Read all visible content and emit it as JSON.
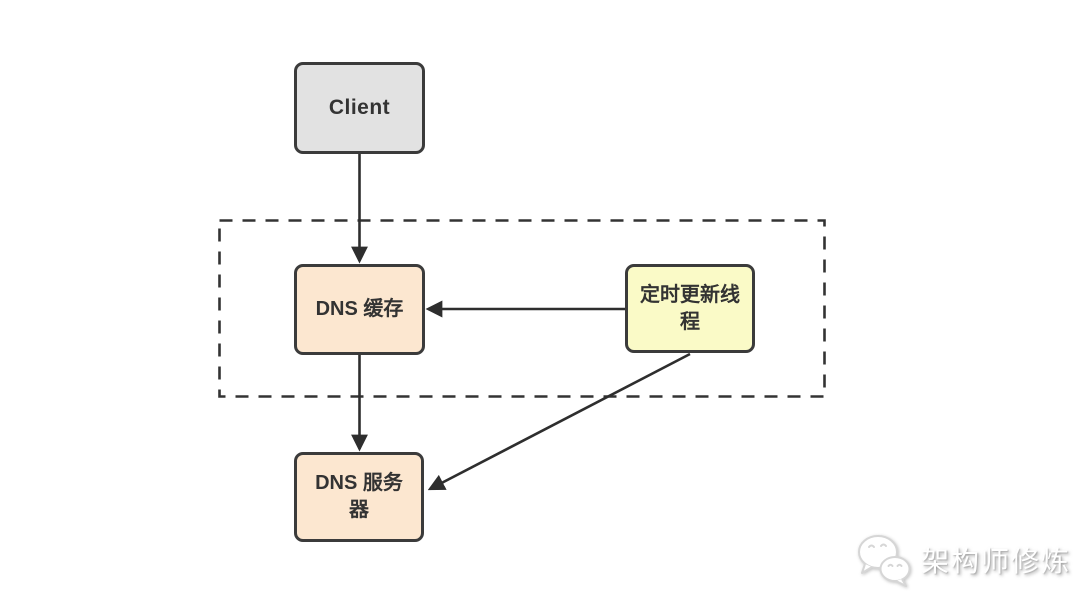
{
  "nodes": {
    "client": {
      "label": "Client",
      "fill": "#e2e2e2"
    },
    "dns_cache": {
      "label": "DNS 缓存",
      "fill": "#fce7d0"
    },
    "update_thread": {
      "label": "定时更新线\n程",
      "fill": "#fafac7"
    },
    "dns_server": {
      "label": "DNS 服务\n器",
      "fill": "#fce7d0"
    }
  },
  "edges": [
    {
      "from": "client",
      "to": "dns_cache",
      "style": "solid-arrow"
    },
    {
      "from": "update_thread",
      "to": "dns_cache",
      "style": "solid-arrow"
    },
    {
      "from": "dns_cache",
      "to": "dns_server",
      "style": "solid-arrow"
    },
    {
      "from": "update_thread",
      "to": "dns_server",
      "style": "solid-arrow"
    }
  ],
  "boundary": {
    "type": "dashed-rectangle",
    "encloses": [
      "dns_cache",
      "update_thread"
    ]
  },
  "watermark": {
    "text": "架构师修炼",
    "icon": "wechat-logo-icon"
  },
  "colors": {
    "background": "#ffffff",
    "node_border": "#3b3b3b",
    "arrow": "#2e2e2e",
    "text": "#333333",
    "client_fill": "#e2e2e2",
    "peach_fill": "#fce7d0",
    "yellow_fill": "#fafac7"
  }
}
